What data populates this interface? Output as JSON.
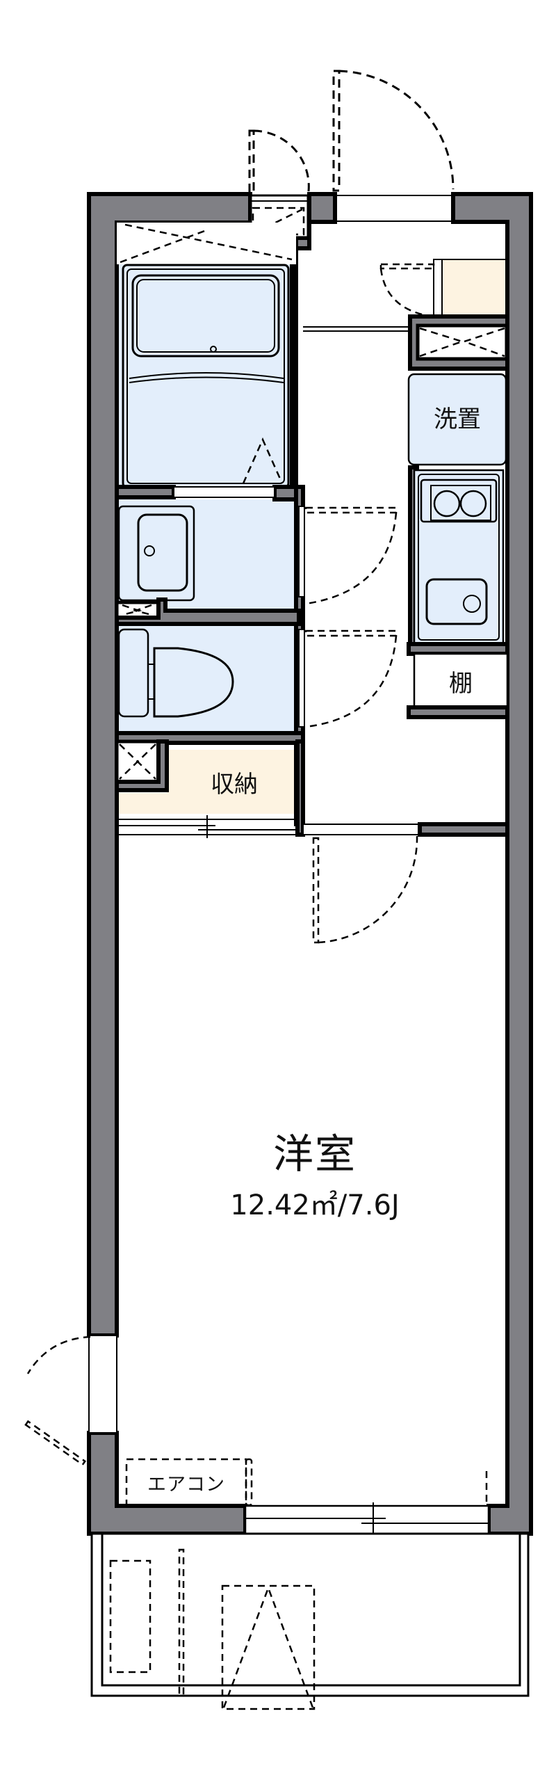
{
  "plan": {
    "colors": {
      "wall": "#808085",
      "wet_area": "#e3eefb",
      "storage": "#fdf3e1",
      "outline": "#000000",
      "background": "#ffffff"
    },
    "rooms": {
      "western_room": {
        "name": "洋室",
        "area": "12.42㎡/7.6J"
      },
      "storage": {
        "name": "収納"
      },
      "laundry": {
        "name": "洗置"
      },
      "shelf": {
        "name": "棚"
      },
      "aircon": {
        "name": "エアコン"
      }
    },
    "fixtures": [
      "unit-bath",
      "washbasin",
      "toilet",
      "kitchen-stove-two-burner",
      "kitchen-sink",
      "shoe-cabinet",
      "meter-box",
      "pipe-shafts",
      "balcony-outdoor-unit"
    ]
  }
}
